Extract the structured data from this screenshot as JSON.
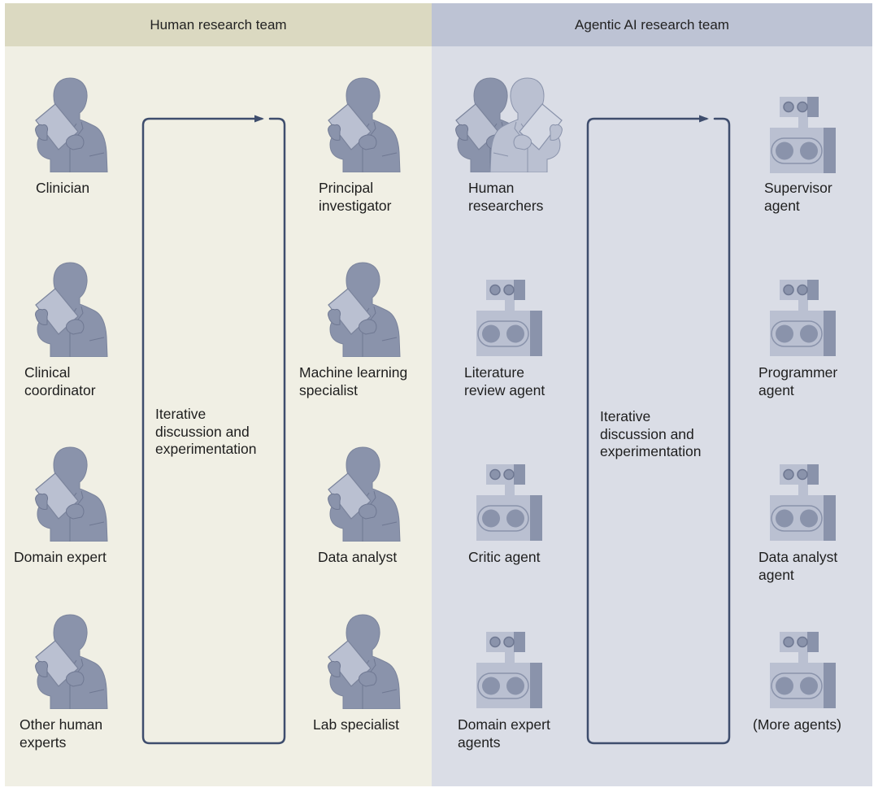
{
  "colors": {
    "human_panel_bg": "#f0efe4",
    "human_header_bg": "#dbd9c1",
    "agent_panel_bg": "#dadde6",
    "agent_header_bg": "#bdc3d4",
    "figure_dark": "#8a93ab",
    "figure_light": "#bac0d1",
    "loop_line": "#3e4d6d"
  },
  "human_team": {
    "title": "Human research team",
    "left_roles": [
      {
        "label": "Clinician",
        "icon": "person-icon"
      },
      {
        "label": "Clinical\ncoordinator",
        "icon": "person-icon"
      },
      {
        "label": "Domain expert",
        "icon": "person-icon"
      },
      {
        "label": "Other human\nexperts",
        "icon": "person-icon"
      }
    ],
    "right_roles": [
      {
        "label": "Principal\ninvestigator",
        "icon": "person-icon"
      },
      {
        "label": "Machine learning\nspecialist",
        "icon": "person-icon"
      },
      {
        "label": "Data analyst",
        "icon": "person-icon"
      },
      {
        "label": "Lab specialist",
        "icon": "person-icon"
      }
    ],
    "loop_label": "Iterative\ndiscussion and\nexperimentation"
  },
  "agent_team": {
    "title": "Agentic AI research team",
    "left_roles": [
      {
        "label": "Human\nresearchers",
        "icon": "two-people-icon"
      },
      {
        "label": "Literature\nreview agent",
        "icon": "robot-icon"
      },
      {
        "label": "Critic agent",
        "icon": "robot-icon"
      },
      {
        "label": "Domain expert\nagents",
        "icon": "robot-icon"
      }
    ],
    "right_roles": [
      {
        "label": "Supervisor\nagent",
        "icon": "robot-icon"
      },
      {
        "label": "Programmer\nagent",
        "icon": "robot-icon"
      },
      {
        "label": "Data analyst\nagent",
        "icon": "robot-icon"
      },
      {
        "label": "(More agents)",
        "icon": "robot-icon"
      }
    ],
    "loop_label": "Iterative\ndiscussion and\nexperimentation"
  }
}
